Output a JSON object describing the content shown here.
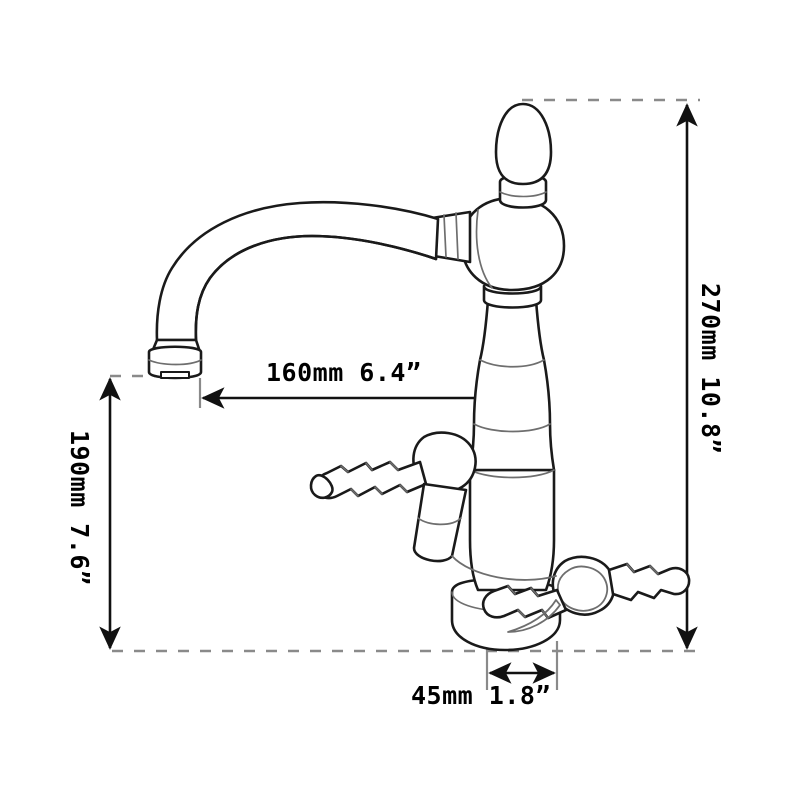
{
  "drawing": {
    "title": "Faucet technical dimension drawing",
    "subject": "two-handle gooseneck bathroom/kitchen faucet",
    "view": "side elevation line drawing",
    "line_color": "#1a1a1a",
    "guide_color": "#8c8c8c",
    "background_color": "#ffffff"
  },
  "dimensions": {
    "spout_reach": {
      "label": "160mm  6.4”",
      "value_mm": 160,
      "value_in": 6.4,
      "orientation": "horizontal",
      "arrow": "double"
    },
    "spout_height": {
      "label": "190mm  7.6”",
      "value_mm": 190,
      "value_in": 7.6,
      "orientation": "vertical",
      "arrow": "double"
    },
    "overall_height": {
      "label": "270mm  10.8”",
      "value_mm": 270,
      "value_in": 10.8,
      "orientation": "vertical",
      "arrow": "double"
    },
    "base_diameter": {
      "label": "45mm  1.8”",
      "value_mm": 45,
      "value_in": 1.8,
      "orientation": "horizontal",
      "arrow": "double"
    }
  },
  "parts": [
    {
      "name": "top-finial",
      "description": "egg-shaped decorative cap"
    },
    {
      "name": "finial-collar",
      "description": "ring collar below finial"
    },
    {
      "name": "swivel-sphere",
      "description": "spherical spout joint body"
    },
    {
      "name": "spout",
      "description": "curved gooseneck spout"
    },
    {
      "name": "aerator",
      "description": "cylindrical spout outlet tip"
    },
    {
      "name": "column",
      "description": "turned baluster body column"
    },
    {
      "name": "left-handle",
      "description": "beaded cross lever handle, upper left"
    },
    {
      "name": "right-handle",
      "description": "beaded cross lever handle, lower right"
    },
    {
      "name": "base",
      "description": "rounded cylindrical mounting base"
    }
  ]
}
